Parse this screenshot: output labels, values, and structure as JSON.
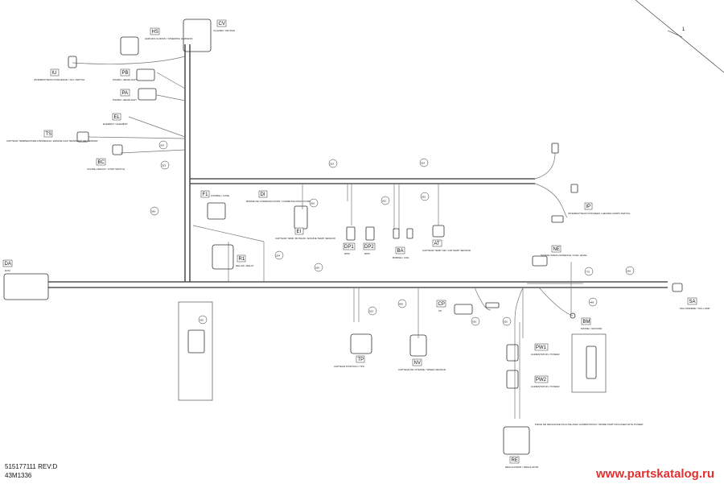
{
  "sheet": {
    "ref": "1"
  },
  "labels": [
    {
      "code": "HS",
      "desc": "HARNAIS GUIDON / STEERING HARNESS"
    },
    {
      "code": "CV",
      "desc": "CLAVIER / KEYPAD"
    },
    {
      "code": "IU",
      "desc": "INTERRUPTEUR D'URGENCE / KILL SWITCH"
    },
    {
      "code": "PB",
      "desc": "PHARE / HEADLIGHT"
    },
    {
      "code": "PA",
      "desc": "PHARE / HEADLIGHT"
    },
    {
      "code": "EL",
      "desc": "ELEMENT / ELEMENT"
    },
    {
      "code": "TS",
      "desc": "CAPTEUR TEMPERATURE D'ESSENCE / ENGINE GAS TEMPERATURE SENSOR"
    },
    {
      "code": "BC",
      "desc": "COUPE-CIRCUIT / STOP SWITCH"
    },
    {
      "code": "F1",
      "desc": "FUSIBLE / FUSE"
    },
    {
      "code": "DI",
      "desc": "BORNE DE COMMUNICATION / COMMUNICATION PORT"
    },
    {
      "code": "EI",
      "desc": "CAPTEUR TEMP. MOTEUR / ENGINE TEMP. SENSOR"
    },
    {
      "code": "DP1",
      "desc": "DPM"
    },
    {
      "code": "DP2",
      "desc": "DPM"
    },
    {
      "code": "BA",
      "desc": "BOBINE / COIL"
    },
    {
      "code": "AT",
      "desc": "CAPTEUR TEMP. AIR / AIR TEMP. SENSOR"
    },
    {
      "code": "IP",
      "desc": "INTERRUPTEUR POIGNEES / HEATED GRIPS SWITCH"
    },
    {
      "code": "NE",
      "desc": "SONDE NIVEAU ESSENCE / FUEL LEVEL"
    },
    {
      "code": "DA",
      "desc": "ECM"
    },
    {
      "code": "R1",
      "desc": "RELAIS / RELAY"
    },
    {
      "code": "SA",
      "desc": "FEU ARRIERE / TAIL LAMP"
    },
    {
      "code": "CP",
      "desc": "CP"
    },
    {
      "code": "BM",
      "desc": "MASSE / GROUND"
    },
    {
      "code": "TP",
      "desc": "CAPTEUR POSITION / TPS"
    },
    {
      "code": "NV",
      "desc": "CAPTEUR DE VITESSE / SPEED SENSOR"
    },
    {
      "code": "PW1",
      "desc": "ALIMENTATION / POWER"
    },
    {
      "code": "PW2",
      "desc": "ALIMENTATION / POWER"
    },
    {
      "code": "RE",
      "desc": "REGULATEUR / REGULATOR"
    }
  ],
  "wire_numbers": [
    "263",
    "263",
    "253",
    "254",
    "266",
    "260",
    "262",
    "255",
    "254",
    "266",
    "253",
    "960",
    "530",
    "520",
    "775",
    "448",
    "166",
    "260"
  ],
  "notes": [
    "PIECE DE RECHANGE INCLUSE AVEC ALIMENTATION / SPARE PART INCLUDED WITH POWER"
  ],
  "footer": {
    "part_number": "515177111 REV:D",
    "drawing_code": "43M1336"
  },
  "watermark": "www.partskatalog.ru"
}
